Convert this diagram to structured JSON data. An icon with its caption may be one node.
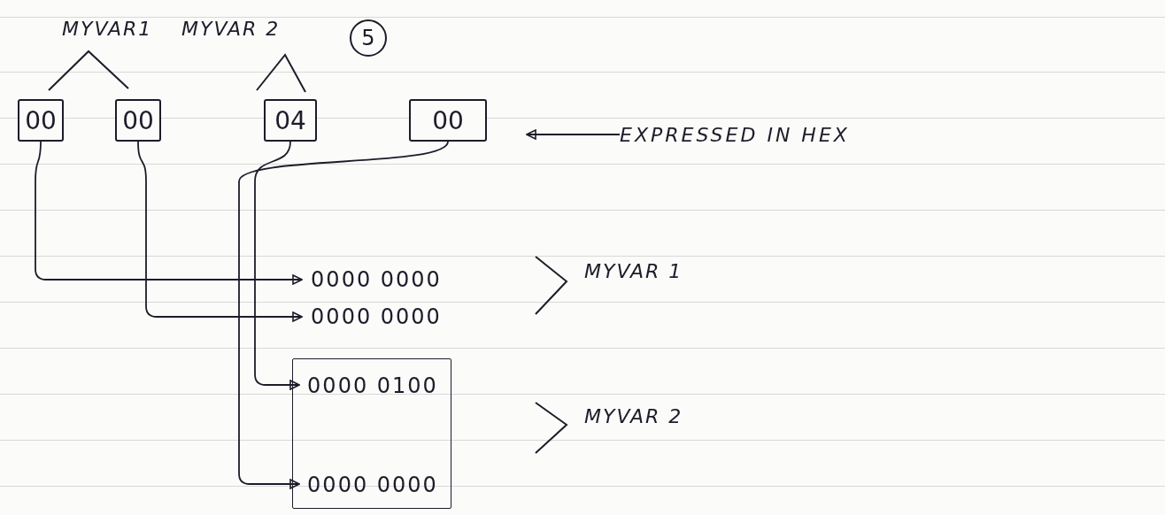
{
  "diagram": {
    "nodes": [
      {
        "text": [
          "5"
        ]
      },
      {
        "text": [
          "00"
        ]
      },
      {
        "text": [
          "00"
        ]
      },
      {
        "text": [
          "04"
        ]
      },
      {
        "text": [
          "00"
        ]
      },
      {
        "text": [
          "EXPRESSED IN HEX"
        ]
      },
      {
        "text": [
          "0000 0000"
        ]
      },
      {
        "text": [
          "0000 0000"
        ]
      },
      {
        "text": [],
        "shape": "box"
      },
      {
        "text": [
          "0000 0100"
        ],
        "in": 8
      },
      {
        "text": [
          "0000 0000"
        ],
        "in": 8
      }
    ],
    "edges": [
      {
        "from": 1,
        "to": 6,
        "arrow": "to"
      },
      {
        "from": 2,
        "to": 7,
        "arrow": "to"
      },
      {
        "from": 3,
        "to": 9,
        "arrow": "to"
      },
      {
        "from": 4,
        "to": 10,
        "arrow": "to"
      },
      {
        "from": 5,
        "to": null,
        "arrow": "to"
      }
    ],
    "labels": [
      "MYVAR1",
      "MYVAR 2",
      "MYVAR 1",
      "MYVAR 2"
    ]
  }
}
